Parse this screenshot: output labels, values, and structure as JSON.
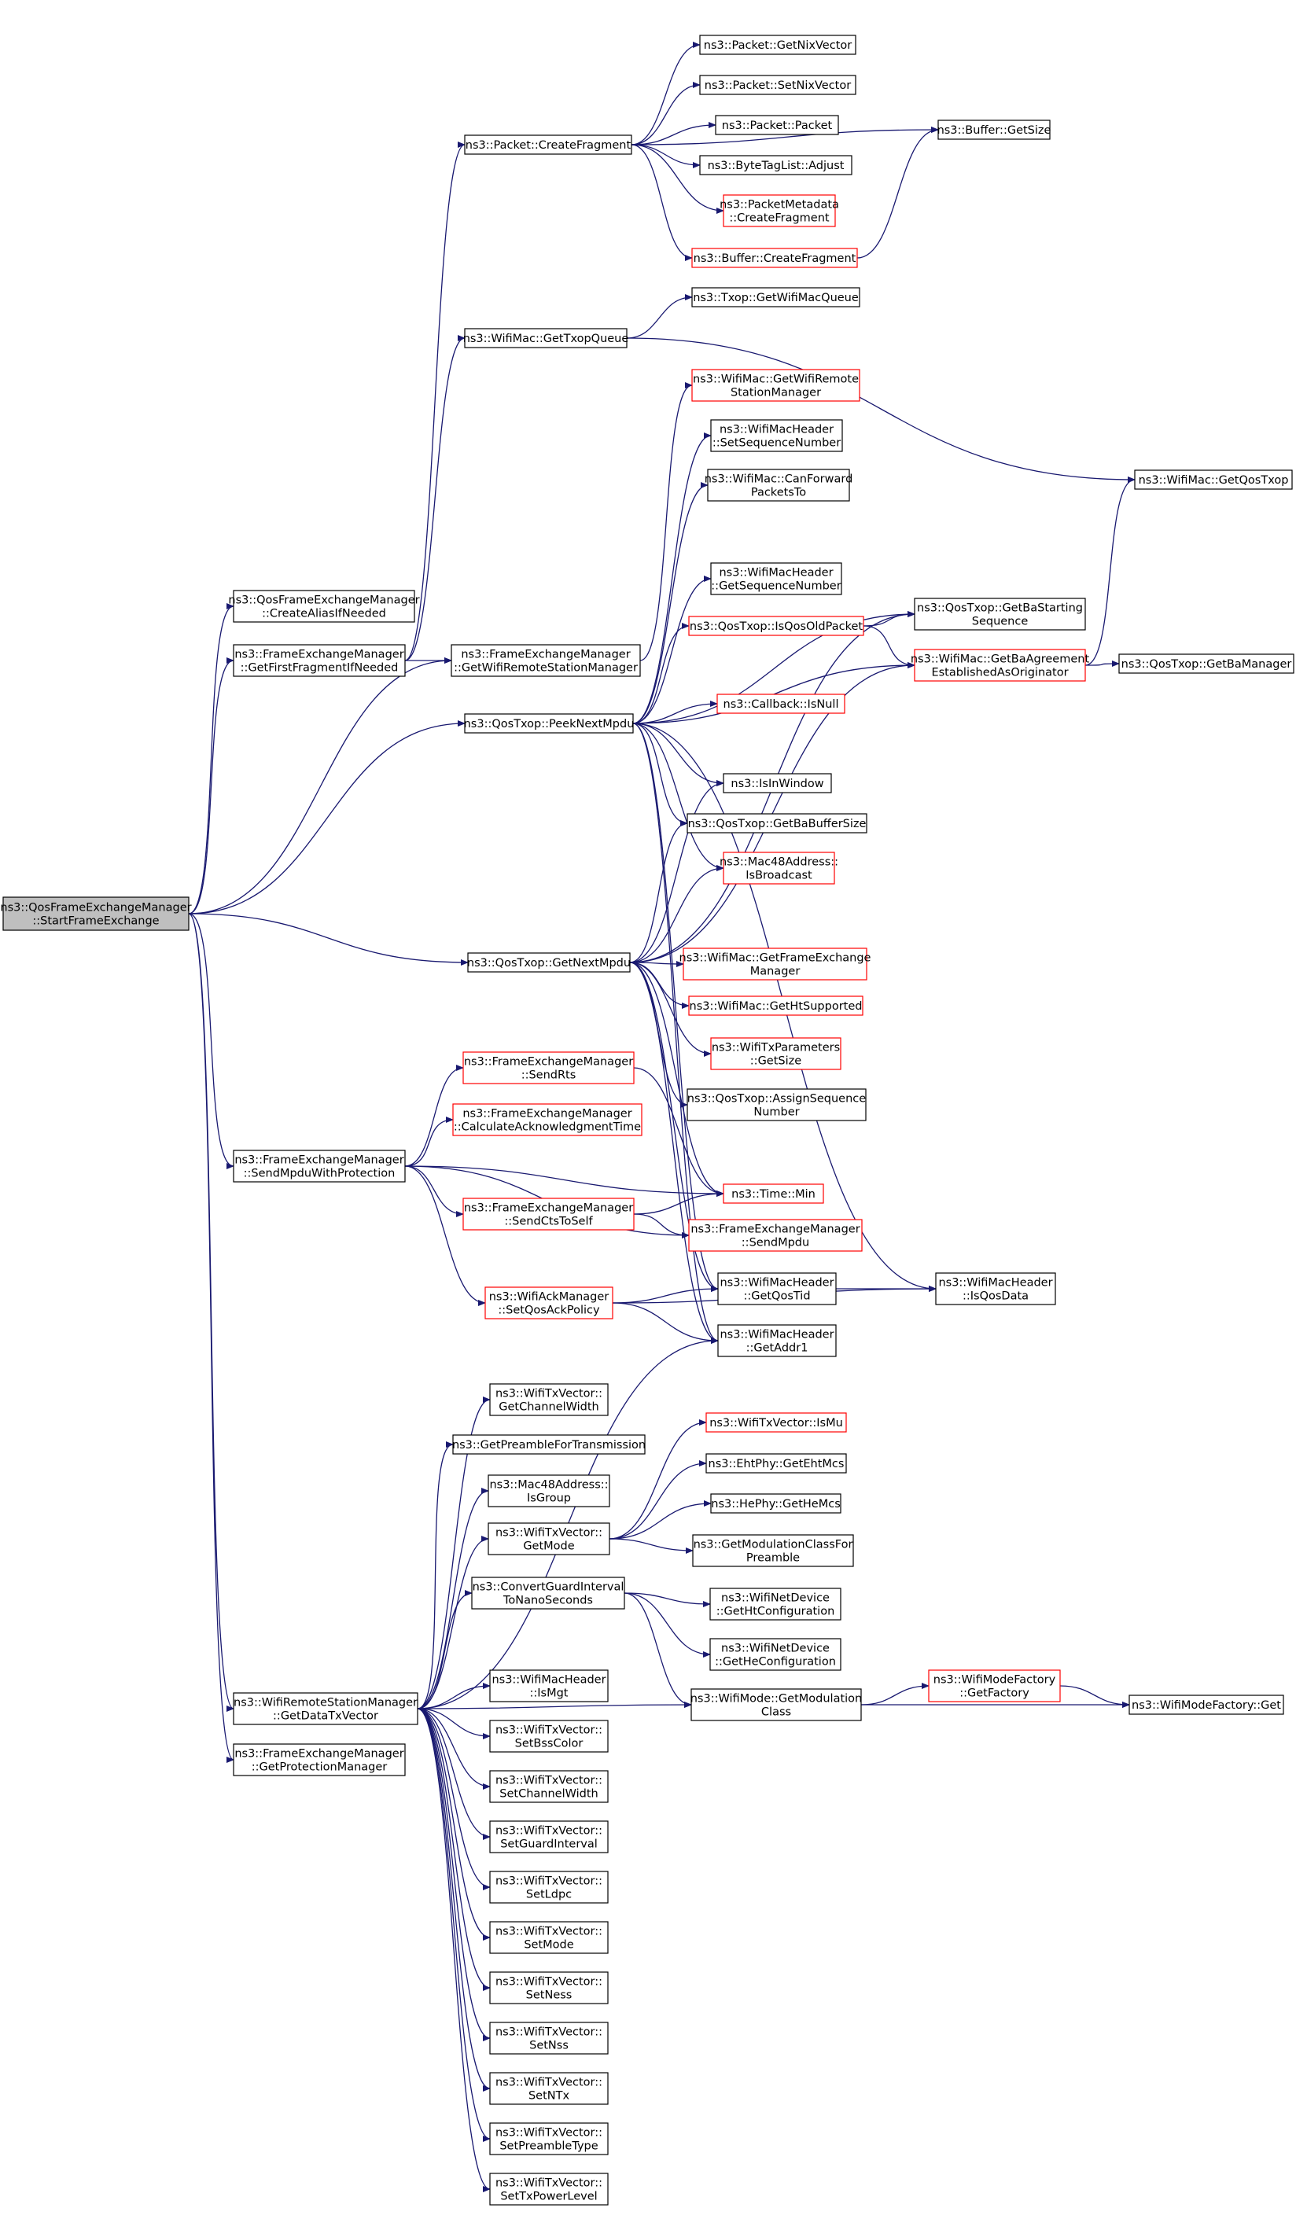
{
  "colors": {
    "edge": "#191970",
    "border_default": "#000000",
    "border_truncated": "#ff0000",
    "root_fill": "#bfbfbf"
  },
  "nodes": [
    {
      "id": "root",
      "lines": [
        "ns3::QosFrameExchangeManager",
        "::StartFrameExchange"
      ],
      "style": "root"
    },
    {
      "id": "createAlias",
      "lines": [
        "ns3::QosFrameExchangeManager",
        "::CreateAliasIfNeeded"
      ],
      "style": "normal"
    },
    {
      "id": "getFirstFrag",
      "lines": [
        "ns3::FrameExchangeManager",
        "::GetFirstFragmentIfNeeded"
      ],
      "style": "normal"
    },
    {
      "id": "getWifiRSM",
      "lines": [
        "ns3::FrameExchangeManager",
        "::GetWifiRemoteStationManager"
      ],
      "style": "normal"
    },
    {
      "id": "peekNext",
      "lines": [
        "ns3::QosTxop::PeekNextMpdu"
      ],
      "style": "normal"
    },
    {
      "id": "getNext",
      "lines": [
        "ns3::QosTxop::GetNextMpdu"
      ],
      "style": "normal"
    },
    {
      "id": "sendMpduProt",
      "lines": [
        "ns3::FrameExchangeManager",
        "::SendMpduWithProtection"
      ],
      "style": "normal"
    },
    {
      "id": "getDataTx",
      "lines": [
        "ns3::WifiRemoteStationManager",
        "::GetDataTxVector"
      ],
      "style": "normal"
    },
    {
      "id": "getProtMgr",
      "lines": [
        "ns3::FrameExchangeManager",
        "::GetProtectionManager"
      ],
      "style": "normal"
    },
    {
      "id": "createFrag",
      "lines": [
        "ns3::Packet::CreateFragment"
      ],
      "style": "normal"
    },
    {
      "id": "getNix",
      "lines": [
        "ns3::Packet::GetNixVector"
      ],
      "style": "normal"
    },
    {
      "id": "setNix",
      "lines": [
        "ns3::Packet::SetNixVector"
      ],
      "style": "normal"
    },
    {
      "id": "packet",
      "lines": [
        "ns3::Packet::Packet"
      ],
      "style": "normal"
    },
    {
      "id": "byteTag",
      "lines": [
        "ns3::ByteTagList::Adjust"
      ],
      "style": "normal"
    },
    {
      "id": "pmCreateFrag",
      "lines": [
        "ns3::PacketMetadata",
        "::CreateFragment"
      ],
      "style": "red"
    },
    {
      "id": "bufCreateFrag",
      "lines": [
        "ns3::Buffer::CreateFragment"
      ],
      "style": "red"
    },
    {
      "id": "bufGetSize",
      "lines": [
        "ns3::Buffer::GetSize"
      ],
      "style": "normal"
    },
    {
      "id": "getTxopQueue",
      "lines": [
        "ns3::WifiMac::GetTxopQueue"
      ],
      "style": "normal"
    },
    {
      "id": "getWifiMacQueue",
      "lines": [
        "ns3::Txop::GetWifiMacQueue"
      ],
      "style": "normal"
    },
    {
      "id": "getQosTxop",
      "lines": [
        "ns3::WifiMac::GetQosTxop"
      ],
      "style": "normal"
    },
    {
      "id": "macGetWifiRSM",
      "lines": [
        "ns3::WifiMac::GetWifiRemote",
        "StationManager"
      ],
      "style": "red"
    },
    {
      "id": "setSeqNum",
      "lines": [
        "ns3::WifiMacHeader",
        "::SetSequenceNumber"
      ],
      "style": "normal"
    },
    {
      "id": "canForward",
      "lines": [
        "ns3::WifiMac::CanForward",
        "PacketsTo"
      ],
      "style": "normal"
    },
    {
      "id": "getSeqNum",
      "lines": [
        "ns3::WifiMacHeader",
        "::GetSequenceNumber"
      ],
      "style": "normal"
    },
    {
      "id": "isQosOld",
      "lines": [
        "ns3::QosTxop::IsQosOldPacket"
      ],
      "style": "red"
    },
    {
      "id": "getBaStart",
      "lines": [
        "ns3::QosTxop::GetBaStarting",
        "Sequence"
      ],
      "style": "normal"
    },
    {
      "id": "getBaAgree",
      "lines": [
        "ns3::WifiMac::GetBaAgreement",
        "EstablishedAsOriginator"
      ],
      "style": "red"
    },
    {
      "id": "getBaMgr",
      "lines": [
        "ns3::QosTxop::GetBaManager"
      ],
      "style": "normal"
    },
    {
      "id": "cbIsNull",
      "lines": [
        "ns3::Callback::IsNull"
      ],
      "style": "red"
    },
    {
      "id": "isInWindow",
      "lines": [
        "ns3::IsInWindow"
      ],
      "style": "normal"
    },
    {
      "id": "getBaBufSize",
      "lines": [
        "ns3::QosTxop::GetBaBufferSize"
      ],
      "style": "normal"
    },
    {
      "id": "isBroadcast",
      "lines": [
        "ns3::Mac48Address::",
        "IsBroadcast"
      ],
      "style": "red"
    },
    {
      "id": "getFEM",
      "lines": [
        "ns3::WifiMac::GetFrameExchange",
        "Manager"
      ],
      "style": "red"
    },
    {
      "id": "getHtSupp",
      "lines": [
        "ns3::WifiMac::GetHtSupported"
      ],
      "style": "red"
    },
    {
      "id": "txParamsSize",
      "lines": [
        "ns3::WifiTxParameters",
        "::GetSize"
      ],
      "style": "red"
    },
    {
      "id": "assignSeq",
      "lines": [
        "ns3::QosTxop::AssignSequence",
        "Number"
      ],
      "style": "normal"
    },
    {
      "id": "sendRts",
      "lines": [
        "ns3::FrameExchangeManager",
        "::SendRts"
      ],
      "style": "red"
    },
    {
      "id": "calcAck",
      "lines": [
        "ns3::FrameExchangeManager",
        "::CalculateAcknowledgmentTime"
      ],
      "style": "red"
    },
    {
      "id": "timeMin",
      "lines": [
        "ns3::Time::Min"
      ],
      "style": "red"
    },
    {
      "id": "sendCts",
      "lines": [
        "ns3::FrameExchangeManager",
        "::SendCtsToSelf"
      ],
      "style": "red"
    },
    {
      "id": "sendMpdu",
      "lines": [
        "ns3::FrameExchangeManager",
        "::SendMpdu"
      ],
      "style": "red"
    },
    {
      "id": "setQosAck",
      "lines": [
        "ns3::WifiAckManager",
        "::SetQosAckPolicy"
      ],
      "style": "red"
    },
    {
      "id": "getQosTid",
      "lines": [
        "ns3::WifiMacHeader",
        "::GetQosTid"
      ],
      "style": "normal"
    },
    {
      "id": "isQosData",
      "lines": [
        "ns3::WifiMacHeader",
        "::IsQosData"
      ],
      "style": "normal"
    },
    {
      "id": "getAddr1",
      "lines": [
        "ns3::WifiMacHeader",
        "::GetAddr1"
      ],
      "style": "normal"
    },
    {
      "id": "getChanWidth",
      "lines": [
        "ns3::WifiTxVector::",
        "GetChannelWidth"
      ],
      "style": "normal"
    },
    {
      "id": "getPreamble",
      "lines": [
        "ns3::GetPreambleForTransmission"
      ],
      "style": "normal"
    },
    {
      "id": "isGroup",
      "lines": [
        "ns3::Mac48Address::",
        "IsGroup"
      ],
      "style": "normal"
    },
    {
      "id": "getMode",
      "lines": [
        "ns3::WifiTxVector::",
        "GetMode"
      ],
      "style": "normal"
    },
    {
      "id": "convGuard",
      "lines": [
        "ns3::ConvertGuardInterval",
        "ToNanoSeconds"
      ],
      "style": "normal"
    },
    {
      "id": "isMu",
      "lines": [
        "ns3::WifiTxVector::IsMu"
      ],
      "style": "red"
    },
    {
      "id": "getEhtMcs",
      "lines": [
        "ns3::EhtPhy::GetEhtMcs"
      ],
      "style": "normal"
    },
    {
      "id": "getHeMcs",
      "lines": [
        "ns3::HePhy::GetHeMcs"
      ],
      "style": "normal"
    },
    {
      "id": "getModClassPre",
      "lines": [
        "ns3::GetModulationClassFor",
        "Preamble"
      ],
      "style": "normal"
    },
    {
      "id": "getHtConf",
      "lines": [
        "ns3::WifiNetDevice",
        "::GetHtConfiguration"
      ],
      "style": "normal"
    },
    {
      "id": "getHeConf",
      "lines": [
        "ns3::WifiNetDevice",
        "::GetHeConfiguration"
      ],
      "style": "normal"
    },
    {
      "id": "getModClass",
      "lines": [
        "ns3::WifiMode::GetModulation",
        "Class"
      ],
      "style": "normal"
    },
    {
      "id": "getFactory",
      "lines": [
        "ns3::WifiModeFactory",
        "::GetFactory"
      ],
      "style": "red"
    },
    {
      "id": "factGet",
      "lines": [
        "ns3::WifiModeFactory::Get"
      ],
      "style": "normal"
    },
    {
      "id": "isMgt",
      "lines": [
        "ns3::WifiMacHeader",
        "::IsMgt"
      ],
      "style": "normal"
    },
    {
      "id": "setBss",
      "lines": [
        "ns3::WifiTxVector::",
        "SetBssColor"
      ],
      "style": "normal"
    },
    {
      "id": "setChanWidth",
      "lines": [
        "ns3::WifiTxVector::",
        "SetChannelWidth"
      ],
      "style": "normal"
    },
    {
      "id": "setGuard",
      "lines": [
        "ns3::WifiTxVector::",
        "SetGuardInterval"
      ],
      "style": "normal"
    },
    {
      "id": "setLdpc",
      "lines": [
        "ns3::WifiTxVector::",
        "SetLdpc"
      ],
      "style": "normal"
    },
    {
      "id": "setMode",
      "lines": [
        "ns3::WifiTxVector::",
        "SetMode"
      ],
      "style": "normal"
    },
    {
      "id": "setNess",
      "lines": [
        "ns3::WifiTxVector::",
        "SetNess"
      ],
      "style": "normal"
    },
    {
      "id": "setNss",
      "lines": [
        "ns3::WifiTxVector::",
        "SetNss"
      ],
      "style": "normal"
    },
    {
      "id": "setNTx",
      "lines": [
        "ns3::WifiTxVector::",
        "SetNTx"
      ],
      "style": "normal"
    },
    {
      "id": "setPreamble",
      "lines": [
        "ns3::WifiTxVector::",
        "SetPreambleType"
      ],
      "style": "normal"
    },
    {
      "id": "setTxPower",
      "lines": [
        "ns3::WifiTxVector::",
        "SetTxPowerLevel"
      ],
      "style": "normal"
    }
  ],
  "edges": [
    [
      "root",
      "createAlias"
    ],
    [
      "root",
      "getFirstFrag"
    ],
    [
      "root",
      "getWifiRSM"
    ],
    [
      "root",
      "peekNext"
    ],
    [
      "root",
      "getNext"
    ],
    [
      "root",
      "sendMpduProt"
    ],
    [
      "root",
      "getDataTx"
    ],
    [
      "root",
      "getProtMgr"
    ],
    [
      "getFirstFrag",
      "createFrag"
    ],
    [
      "getFirstFrag",
      "getTxopQueue"
    ],
    [
      "getFirstFrag",
      "getWifiRSM"
    ],
    [
      "createFrag",
      "getNix"
    ],
    [
      "createFrag",
      "setNix"
    ],
    [
      "createFrag",
      "packet"
    ],
    [
      "createFrag",
      "byteTag"
    ],
    [
      "createFrag",
      "pmCreateFrag"
    ],
    [
      "createFrag",
      "bufCreateFrag"
    ],
    [
      "createFrag",
      "bufGetSize"
    ],
    [
      "bufCreateFrag",
      "bufGetSize"
    ],
    [
      "getTxopQueue",
      "getWifiMacQueue"
    ],
    [
      "getTxopQueue",
      "getQosTxop"
    ],
    [
      "getWifiRSM",
      "macGetWifiRSM"
    ],
    [
      "peekNext",
      "setSeqNum"
    ],
    [
      "peekNext",
      "canForward"
    ],
    [
      "peekNext",
      "getSeqNum"
    ],
    [
      "peekNext",
      "isQosOld"
    ],
    [
      "peekNext",
      "getBaStart"
    ],
    [
      "peekNext",
      "getBaAgree"
    ],
    [
      "peekNext",
      "cbIsNull"
    ],
    [
      "peekNext",
      "isInWindow"
    ],
    [
      "peekNext",
      "getBaBufSize"
    ],
    [
      "peekNext",
      "isBroadcast"
    ],
    [
      "peekNext",
      "isQosData"
    ],
    [
      "peekNext",
      "getQosTid"
    ],
    [
      "peekNext",
      "getAddr1"
    ],
    [
      "isQosOld",
      "getBaStart"
    ],
    [
      "isQosOld",
      "getBaAgree"
    ],
    [
      "getBaAgree",
      "getQosTxop"
    ],
    [
      "getBaAgree",
      "getBaMgr"
    ],
    [
      "getNext",
      "isInWindow"
    ],
    [
      "getNext",
      "getBaBufSize"
    ],
    [
      "getNext",
      "isBroadcast"
    ],
    [
      "getNext",
      "getBaStart"
    ],
    [
      "getNext",
      "getFEM"
    ],
    [
      "getNext",
      "getHtSupp"
    ],
    [
      "getNext",
      "txParamsSize"
    ],
    [
      "getNext",
      "assignSeq"
    ],
    [
      "getNext",
      "getBaAgree"
    ],
    [
      "getNext",
      "timeMin"
    ],
    [
      "getNext",
      "getQosTid"
    ],
    [
      "getNext",
      "getAddr1"
    ],
    [
      "sendMpduProt",
      "sendRts"
    ],
    [
      "sendMpduProt",
      "calcAck"
    ],
    [
      "sendMpduProt",
      "timeMin"
    ],
    [
      "sendMpduProt",
      "sendCts"
    ],
    [
      "sendMpduProt",
      "sendMpdu"
    ],
    [
      "sendMpduProt",
      "setQosAck"
    ],
    [
      "sendRts",
      "timeMin"
    ],
    [
      "sendCts",
      "timeMin"
    ],
    [
      "sendCts",
      "sendMpdu"
    ],
    [
      "setQosAck",
      "getQosTid"
    ],
    [
      "setQosAck",
      "getAddr1"
    ],
    [
      "setQosAck",
      "isQosData"
    ],
    [
      "getQosTid",
      "isQosData"
    ],
    [
      "getDataTx",
      "getAddr1"
    ],
    [
      "getDataTx",
      "getChanWidth"
    ],
    [
      "getDataTx",
      "getPreamble"
    ],
    [
      "getDataTx",
      "isGroup"
    ],
    [
      "getDataTx",
      "getMode"
    ],
    [
      "getDataTx",
      "convGuard"
    ],
    [
      "getDataTx",
      "getModClass"
    ],
    [
      "getDataTx",
      "isMgt"
    ],
    [
      "getDataTx",
      "setBss"
    ],
    [
      "getDataTx",
      "setChanWidth"
    ],
    [
      "getDataTx",
      "setGuard"
    ],
    [
      "getDataTx",
      "setLdpc"
    ],
    [
      "getDataTx",
      "setMode"
    ],
    [
      "getDataTx",
      "setNess"
    ],
    [
      "getDataTx",
      "setNss"
    ],
    [
      "getDataTx",
      "setNTx"
    ],
    [
      "getDataTx",
      "setPreamble"
    ],
    [
      "getDataTx",
      "setTxPower"
    ],
    [
      "getMode",
      "isMu"
    ],
    [
      "getMode",
      "getEhtMcs"
    ],
    [
      "getMode",
      "getHeMcs"
    ],
    [
      "getMode",
      "getModClassPre"
    ],
    [
      "convGuard",
      "getHtConf"
    ],
    [
      "convGuard",
      "getHeConf"
    ],
    [
      "convGuard",
      "getModClass"
    ],
    [
      "getModClass",
      "getFactory"
    ],
    [
      "getModClass",
      "factGet"
    ],
    [
      "getFactory",
      "factGet"
    ]
  ]
}
